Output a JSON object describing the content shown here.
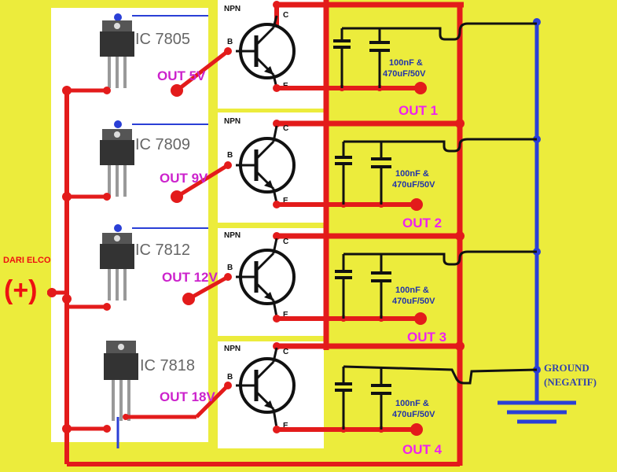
{
  "input": {
    "label": "DARI ELCO",
    "symbol": "(+)"
  },
  "ground": {
    "line1": "GROUND",
    "line2": "(NEGATIF)"
  },
  "colors": {
    "background": "#ecec3c",
    "positive": "#e31b1b",
    "ground": "#2a3fd6",
    "wire": "#111111",
    "label": "#ee22ee"
  },
  "stages": [
    {
      "ic": "IC 7805",
      "vout": "OUT 5V",
      "transistor": "NPN",
      "pin_b": "B",
      "pin_c": "C",
      "pin_e": "E",
      "cap1": "100nF &",
      "cap2": "470uF/50V",
      "out": "OUT 1"
    },
    {
      "ic": "IC 7809",
      "vout": "OUT 9V",
      "transistor": "NPN",
      "pin_b": "B",
      "pin_c": "C",
      "pin_e": "E",
      "cap1": "100nF &",
      "cap2": "470uF/50V",
      "out": "OUT 2"
    },
    {
      "ic": "IC 7812",
      "vout": "OUT 12V",
      "transistor": "NPN",
      "pin_b": "B",
      "pin_c": "C",
      "pin_e": "E",
      "cap1": "100nF &",
      "cap2": "470uF/50V",
      "out": "OUT 3"
    },
    {
      "ic": "IC 7818",
      "vout": "OUT 18V",
      "transistor": "NPN",
      "pin_b": "B",
      "pin_c": "C",
      "pin_e": "E",
      "cap1": "100nF &",
      "cap2": "470uF/50V",
      "out": "OUT 4"
    }
  ]
}
